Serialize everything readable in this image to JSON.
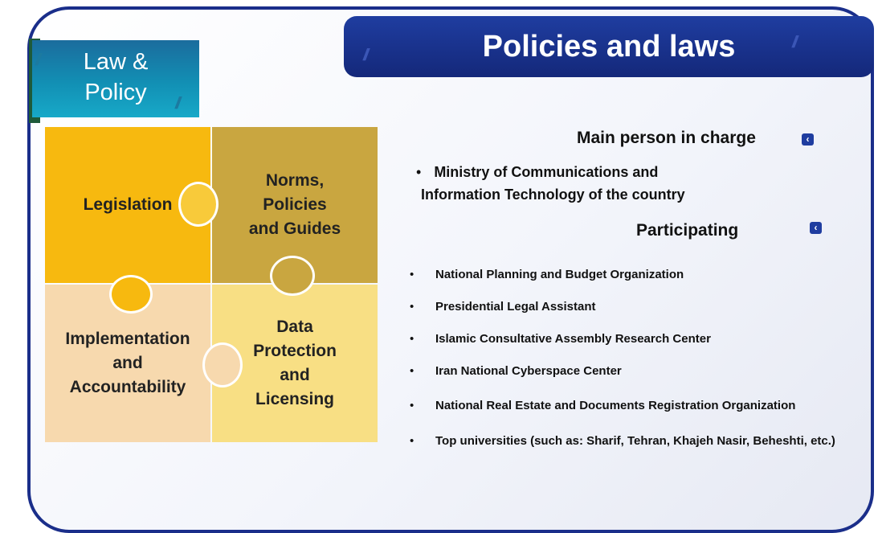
{
  "tag": {
    "line1": "Law &",
    "line2": "Policy"
  },
  "header": {
    "title": "Policies and laws"
  },
  "puzzle": {
    "pieces": [
      {
        "label": "Legislation"
      },
      {
        "label": "Norms, Policies and Guides",
        "lines": [
          "Norms,",
          "Policies",
          "and Guides"
        ]
      },
      {
        "label": "Implementation and Accountability",
        "lines": [
          "Implementation",
          "and",
          "Accountability"
        ]
      },
      {
        "label": "Data Protection and Licensing",
        "lines": [
          "Data",
          "Protection",
          "and",
          "Licensing"
        ]
      }
    ],
    "colors": {
      "legislation": "#f7b90f",
      "norms": "#c9a640",
      "implementation": "#f7d9ae",
      "data": "#f8df84"
    }
  },
  "main_person": {
    "heading": "Main person in charge",
    "lines": [
      "Ministry of Communications and",
      "Information Technology of the country"
    ]
  },
  "participating": {
    "heading": "Participating",
    "items": [
      {
        "text": "National Planning and Budget Organization"
      },
      {
        "text": "Presidential Legal Assistant"
      },
      {
        "text": "Islamic Consultative Assembly Research Center"
      },
      {
        "text": "Iran National Cyberspace Center"
      },
      {
        "text": "National Real Estate and Documents Registration Organization"
      },
      {
        "text": "Top universities (such as: Sharif, Tehran, Khajeh Nasir, Beheshti, etc.)"
      }
    ]
  },
  "bullet_char": "•",
  "icons": {
    "section_marker": "chevron-left-icon"
  },
  "accent_color": "#1f3da0"
}
